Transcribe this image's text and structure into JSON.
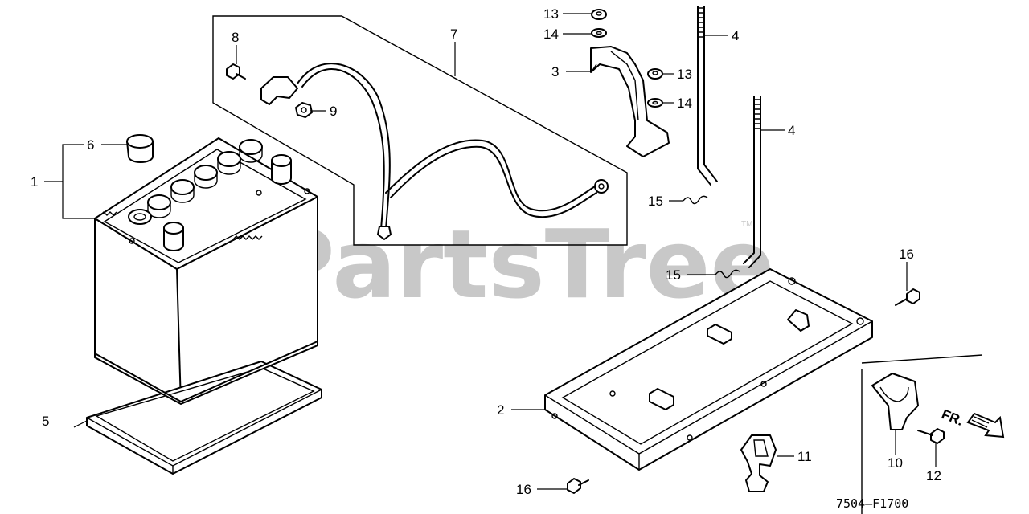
{
  "watermark": {
    "text": "PartsTree",
    "trademark": "TM"
  },
  "diagram_code": "7504—F1700",
  "front_indicator": "FR.",
  "icons": [
    "battery-icon",
    "battery-tray-icon",
    "battery-mat-icon",
    "cable-icon",
    "hold-down-bracket-icon",
    "rod-icon",
    "clip-icon",
    "bolt-icon",
    "nut-icon",
    "screw-icon",
    "pin-icon",
    "arrow-icon"
  ],
  "callouts": [
    {
      "id": "1",
      "label": "1"
    },
    {
      "id": "2",
      "label": "2"
    },
    {
      "id": "3",
      "label": "3"
    },
    {
      "id": "4a",
      "label": "4"
    },
    {
      "id": "4b",
      "label": "4"
    },
    {
      "id": "5",
      "label": "5"
    },
    {
      "id": "6",
      "label": "6"
    },
    {
      "id": "7",
      "label": "7"
    },
    {
      "id": "8",
      "label": "8"
    },
    {
      "id": "9",
      "label": "9"
    },
    {
      "id": "10",
      "label": "10"
    },
    {
      "id": "11",
      "label": "11"
    },
    {
      "id": "12",
      "label": "12"
    },
    {
      "id": "13a",
      "label": "13"
    },
    {
      "id": "13b",
      "label": "13"
    },
    {
      "id": "14a",
      "label": "14"
    },
    {
      "id": "14b",
      "label": "14"
    },
    {
      "id": "15a",
      "label": "15"
    },
    {
      "id": "15b",
      "label": "15"
    },
    {
      "id": "16a",
      "label": "16"
    },
    {
      "id": "16b",
      "label": "16"
    }
  ]
}
